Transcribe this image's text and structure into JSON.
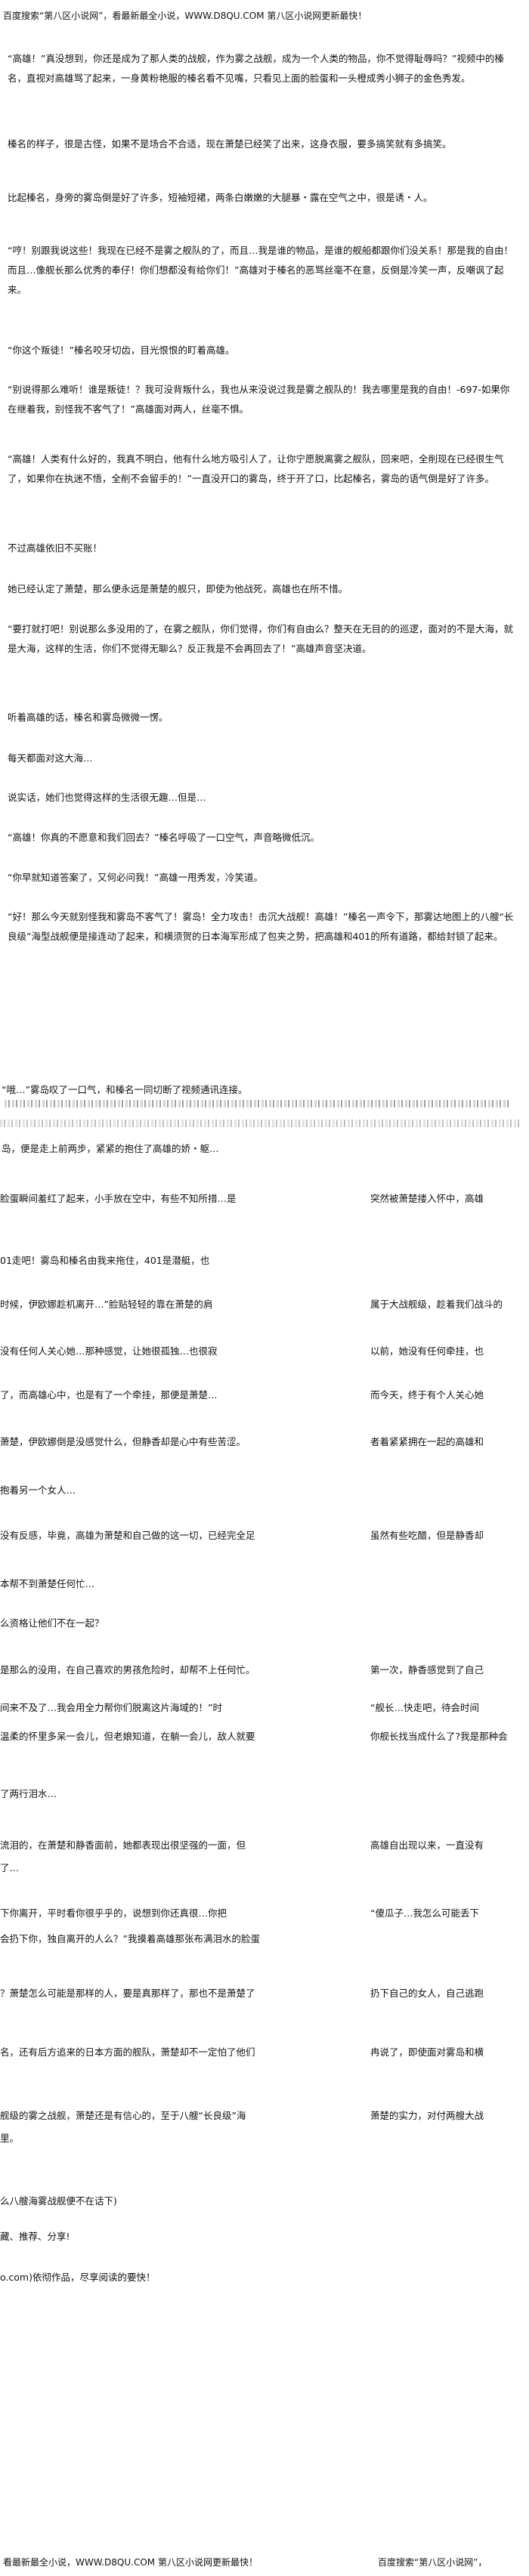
{
  "header": {
    "text": "百度搜索“第八区小说网”，看最新最全小说，WWW.D8QU.COM 第八区小说网更新最快！"
  },
  "paragraphs": [
    "“高雄！”真没想到，你还是成为了那人类的战舰，作为雾之战舰，成为一个人类的物品，你不觉得耻辱吗？”视频中的榛名，直视对高雄骂了起来，一身黄粉艳服的榛名看不见嘴，只看见上面的脸蛋和一头橙成秀小狮子的金色秀发。",
    "榛名的样子，很是古怪，如果不是场合不合适，现在萧楚已经笑了出来，这身衣服，要多搞笑就有多搞笑。",
    "比起榛名，身旁的雾岛倒是好了许多，短袖短裙，两条白嫩嫩的大腿暴・露在空气之中，很是诱・人。",
    "“哼！别跟我说这些！我现在已经不是雾之舰队的了，而且…我是谁的物品，是谁的舰船都跟你们没关系！那是我的自由！而且…像舰长那么优秀的奉仔！你们想都没有给你们！”高雄对于榛名的恶骂丝毫不在意，反倒是冷笑一声，反嘲讽了起来。",
    "“你这个叛徒！”榛名咬牙切齿，目光恨恨的盯着高雄。",
    "“别说得那么难听！谁是叛徒！？我可没背叛什么，我也从来没说过我是雾之舰队的！我去哪里是我的自由！-697-如果你在继着我，别怪我不客气了！”高雄面对两人，丝毫不惧。",
    "“高雄！人类有什么好的，我真不明白，他有什么地方吸引人了，让你宁愿脱离雾之舰队，回来吧，全削现在已经很生气了，如果你在执迷不悟，全削不会留手的！”一直没开口的雾岛，终于开了口，比起榛名，雾岛的语气倒是好了许多。",
    "不过高雄依旧不买账！",
    "她已经认定了萧楚，那么便永远是萧楚的舰只，即使为他战死，高雄也在所不惜。",
    "“要打就打吧！别说那么多没用的了，在雾之舰队，你们觉得，你们有自由么？整天在无目的的巡逻，面对的不是大海，就是大海，这样的生活，你们不觉得无聊么？反正我是不会再回去了！”高雄声音坚决道。",
    "听着高雄的话，榛名和雾岛微微一愣。",
    "每天都面对这大海…",
    "说实话，她们也觉得这样的生活很无趣…但是…",
    "“高雄！你真的不愿意和我们回去？”榛名呼吸了一口空气，声音略微低沉。",
    "“你早就知道答案了，又何必问我！”高雄一甩秀发，冷笑道。",
    "“好！那么今天就别怪我和雾岛不客气了！雾岛！全力攻击！击沉大战舰！高雄！”榛名一声令下，那雾达地图上的八艘“长良级”海型战舰便是接连动了起来，和横须贺的日本海军形成了包夹之势，把高雄和401的所有道路，都给封锁了起来。"
  ],
  "right_fragments": [
    "突然被萧楚搂入怀中，高雄",
    "属于大战舰级，趁着我们战斗的",
    "以前，她没有任何牵挂，也",
    "而今天，终于有个人关心她",
    "者着紧紧拥在一起的高雄和",
    "虽然有些吃醋，但是静香却",
    "第一次，静香感觉到了自己",
    "“舰长…快走吧，待会时间",
    "你舰长找当成什么了?我是那种会",
    "高雄自出现以来，一直没有",
    "“傻瓜子…我怎么可能丢下",
    "扔下自己的女人，自己逃跑",
    "冉说了，即使面对雾岛和横",
    "萧楚的实力，对付两艘大战"
  ],
  "left_fragments": [
    "“哦…”雾岛叹了一口气，和榛名一同切断了视频通讯连接。",
    "岛，便是走上前两步，紧紧的抱住了高雄的娇・躯…",
    "脸蛋瞬间羞红了起来，小手放在空中，有些不知所措…是",
    "01走吧！雾岛和榛名由我来拖住，401是潜艇，也",
    "时候，伊欧娜趁机离开…”脸贴轻轻的靠在萧楚的肩",
    "没有任何人关心她…那种感觉，让她很孤独…也很寂",
    "了，而高雄心中，也是有了一个牵挂，那便是萧楚…",
    "萧楚，伊欧娜倒是没感觉什么，但静香却是心中有些苦涩。",
    "抱着另一个女人…",
    "没有反感，毕竟，高雄为萧楚和自己做的这一切，已经完全足",
    "本帮不到萧楚任何忙…",
    "么资格让他们不在一起？",
    "是那么的没用，在自己喜欢的男孩危险时，却帮不上任何忙。",
    "间来不及了…我会用全力帮你们脱离这片海域的！”时",
    "温柔的怀里多呆一会儿，但老娘知道，在躺一会儿，敌人就要",
    "了两行泪水…",
    "流泪的，在萧楚和静香面前，她都表现出很坚强的一面，但",
    "了…",
    "下你离开，平时看你很乎乎的，说想到你还真很…你把",
    "会扔下你，独自离开的人么？”我摸着高雄那张布满泪水的脸蛋",
    "？萧楚怎么可能是那样的人，要是真那样了，那也不是萧楚了",
    "名，还有后方追来的日本方面的舰队，萧楚却不一定怕了他们",
    "舰级的雾之战舰，萧楚还是有信心的，至于八艘“长良级”海",
    "里。"
  ],
  "footer_lines": [
    "么八艘海雾战舰便不在话下)",
    "藏、推荐、分享!",
    "o.com)依彻作品，尽享阅读的要快！"
  ],
  "footer_bar": {
    "left": "看最新最全小说，WWW.D8QU.COM 第八区小说网更新最快！",
    "right": "百度搜索“第八区小说网”，"
  }
}
